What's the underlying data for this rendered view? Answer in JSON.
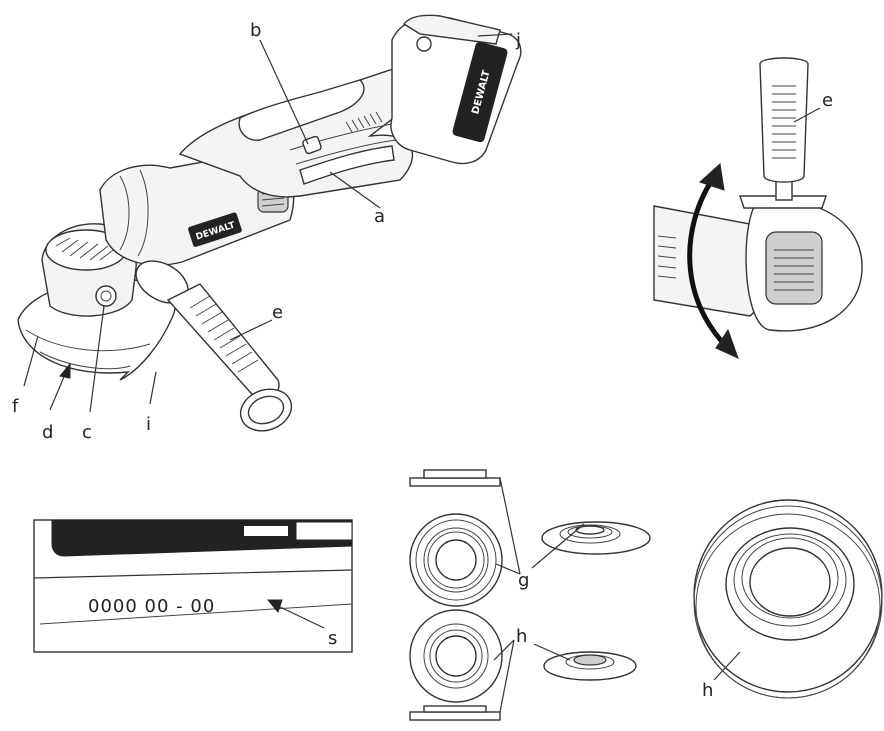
{
  "callouts": {
    "a": "a",
    "b": "b",
    "c": "c",
    "d": "d",
    "e_main": "e",
    "e_detail": "e",
    "f": "f",
    "g": "g",
    "h_flanges": "h",
    "h_detail": "h",
    "i": "i",
    "j": "j",
    "s": "s"
  },
  "brand": {
    "grinder_logo": "DEWALT",
    "battery_logo": "DEWALT"
  },
  "serial_label": {
    "code": "0000  00  -  00"
  },
  "icons": [
    "rotation-arrow-icon",
    "pointer-arrow-icon"
  ]
}
